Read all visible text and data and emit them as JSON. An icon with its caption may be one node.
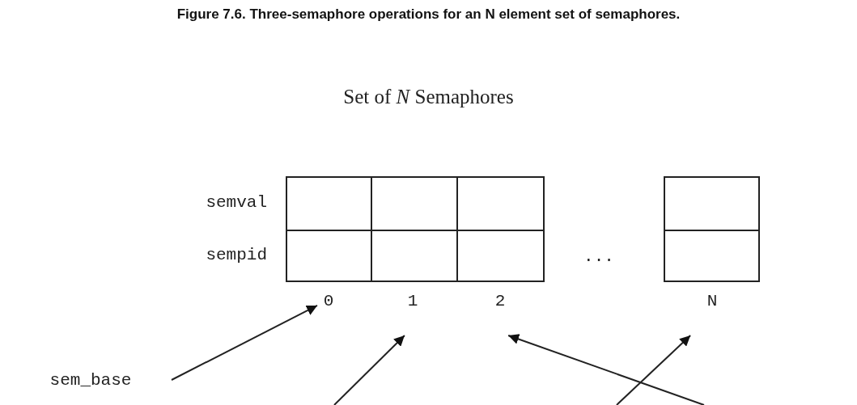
{
  "diagram": {
    "caption": "Figure 7.6. Three-semaphore operations for an N element set of semaphores.",
    "title": "Set of *N* Semaphores",
    "nodes": [
      {
        "text": [],
        "shape": "box"
      },
      {
        "text": [],
        "shape": "box"
      },
      {
        "text": [],
        "shape": "box"
      },
      {
        "text": [],
        "shape": "box"
      },
      {
        "text": [],
        "shape": "box"
      },
      {
        "text": [],
        "shape": "box"
      },
      {
        "text": [],
        "shape": "box"
      },
      {
        "text": [],
        "shape": "box"
      },
      {
        "text": [
          "0"
        ]
      },
      {
        "text": [
          "1"
        ]
      },
      {
        "text": [
          "2"
        ]
      },
      {
        "text": [
          "N"
        ]
      },
      {
        "text": [
          "sem_base"
        ]
      }
    ],
    "edges": [
      {
        "from": 12,
        "to": 8,
        "arrow": "to"
      },
      {
        "from": null,
        "to": 9,
        "arrow": "to"
      },
      {
        "from": null,
        "to": 10,
        "arrow": "to"
      },
      {
        "from": null,
        "to": 11,
        "arrow": "to"
      }
    ],
    "labels": [
      "semval",
      "sempid",
      "..."
    ]
  }
}
